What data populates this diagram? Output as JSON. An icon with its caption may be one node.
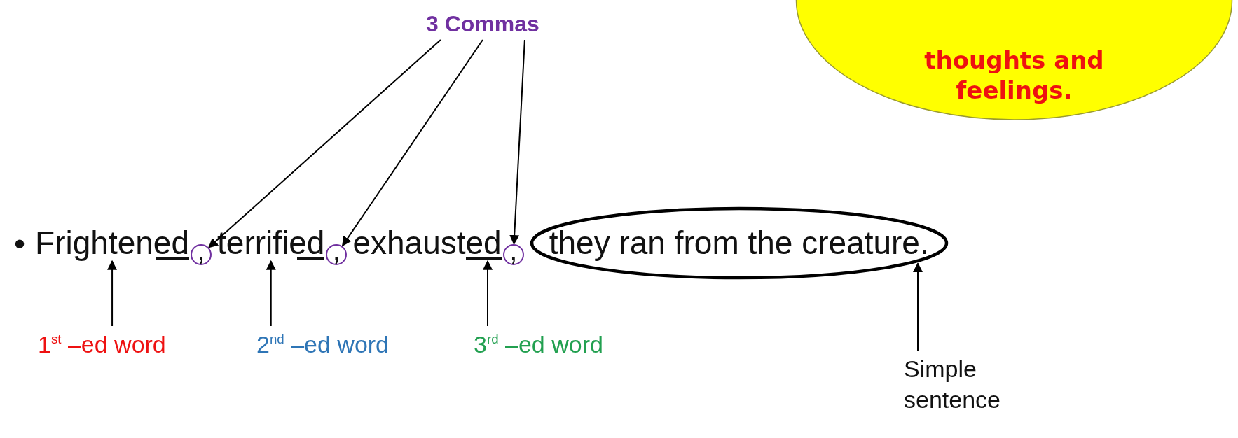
{
  "diagram": {
    "nodes": [
      {
        "text": [
          "3 Commas"
        ]
      },
      {
        "text": [
          "Frightened"
        ]
      },
      {
        "text": [
          ","
        ]
      },
      {
        "text": [
          "terrified"
        ]
      },
      {
        "text": [
          ","
        ]
      },
      {
        "text": [
          "exhausted"
        ]
      },
      {
        "text": [
          ","
        ]
      },
      {
        "text": [
          "they ran from the creature."
        ]
      },
      {
        "text": [
          "1$^{st}$ –ed word"
        ]
      },
      {
        "text": [
          "2$^{nd}$ –ed word"
        ]
      },
      {
        "text": [
          "3$^{rd}$ –ed word"
        ]
      },
      {
        "text": [
          "Simple sentence"
        ]
      },
      {
        "text": [
          "thoughts and feelings."
        ]
      }
    ],
    "edges": [
      {
        "from": 0,
        "to": 2,
        "arrow": "to"
      },
      {
        "from": 0,
        "to": 4,
        "arrow": "to"
      },
      {
        "from": 0,
        "to": 6,
        "arrow": "to"
      },
      {
        "from": 8,
        "to": 1,
        "arrow": "to"
      },
      {
        "from": 9,
        "to": 3,
        "arrow": "to"
      },
      {
        "from": 10,
        "to": 5,
        "arrow": "to"
      },
      {
        "from": 11,
        "to": 7,
        "arrow": "to"
      }
    ],
    "labels": [
      "•"
    ]
  }
}
